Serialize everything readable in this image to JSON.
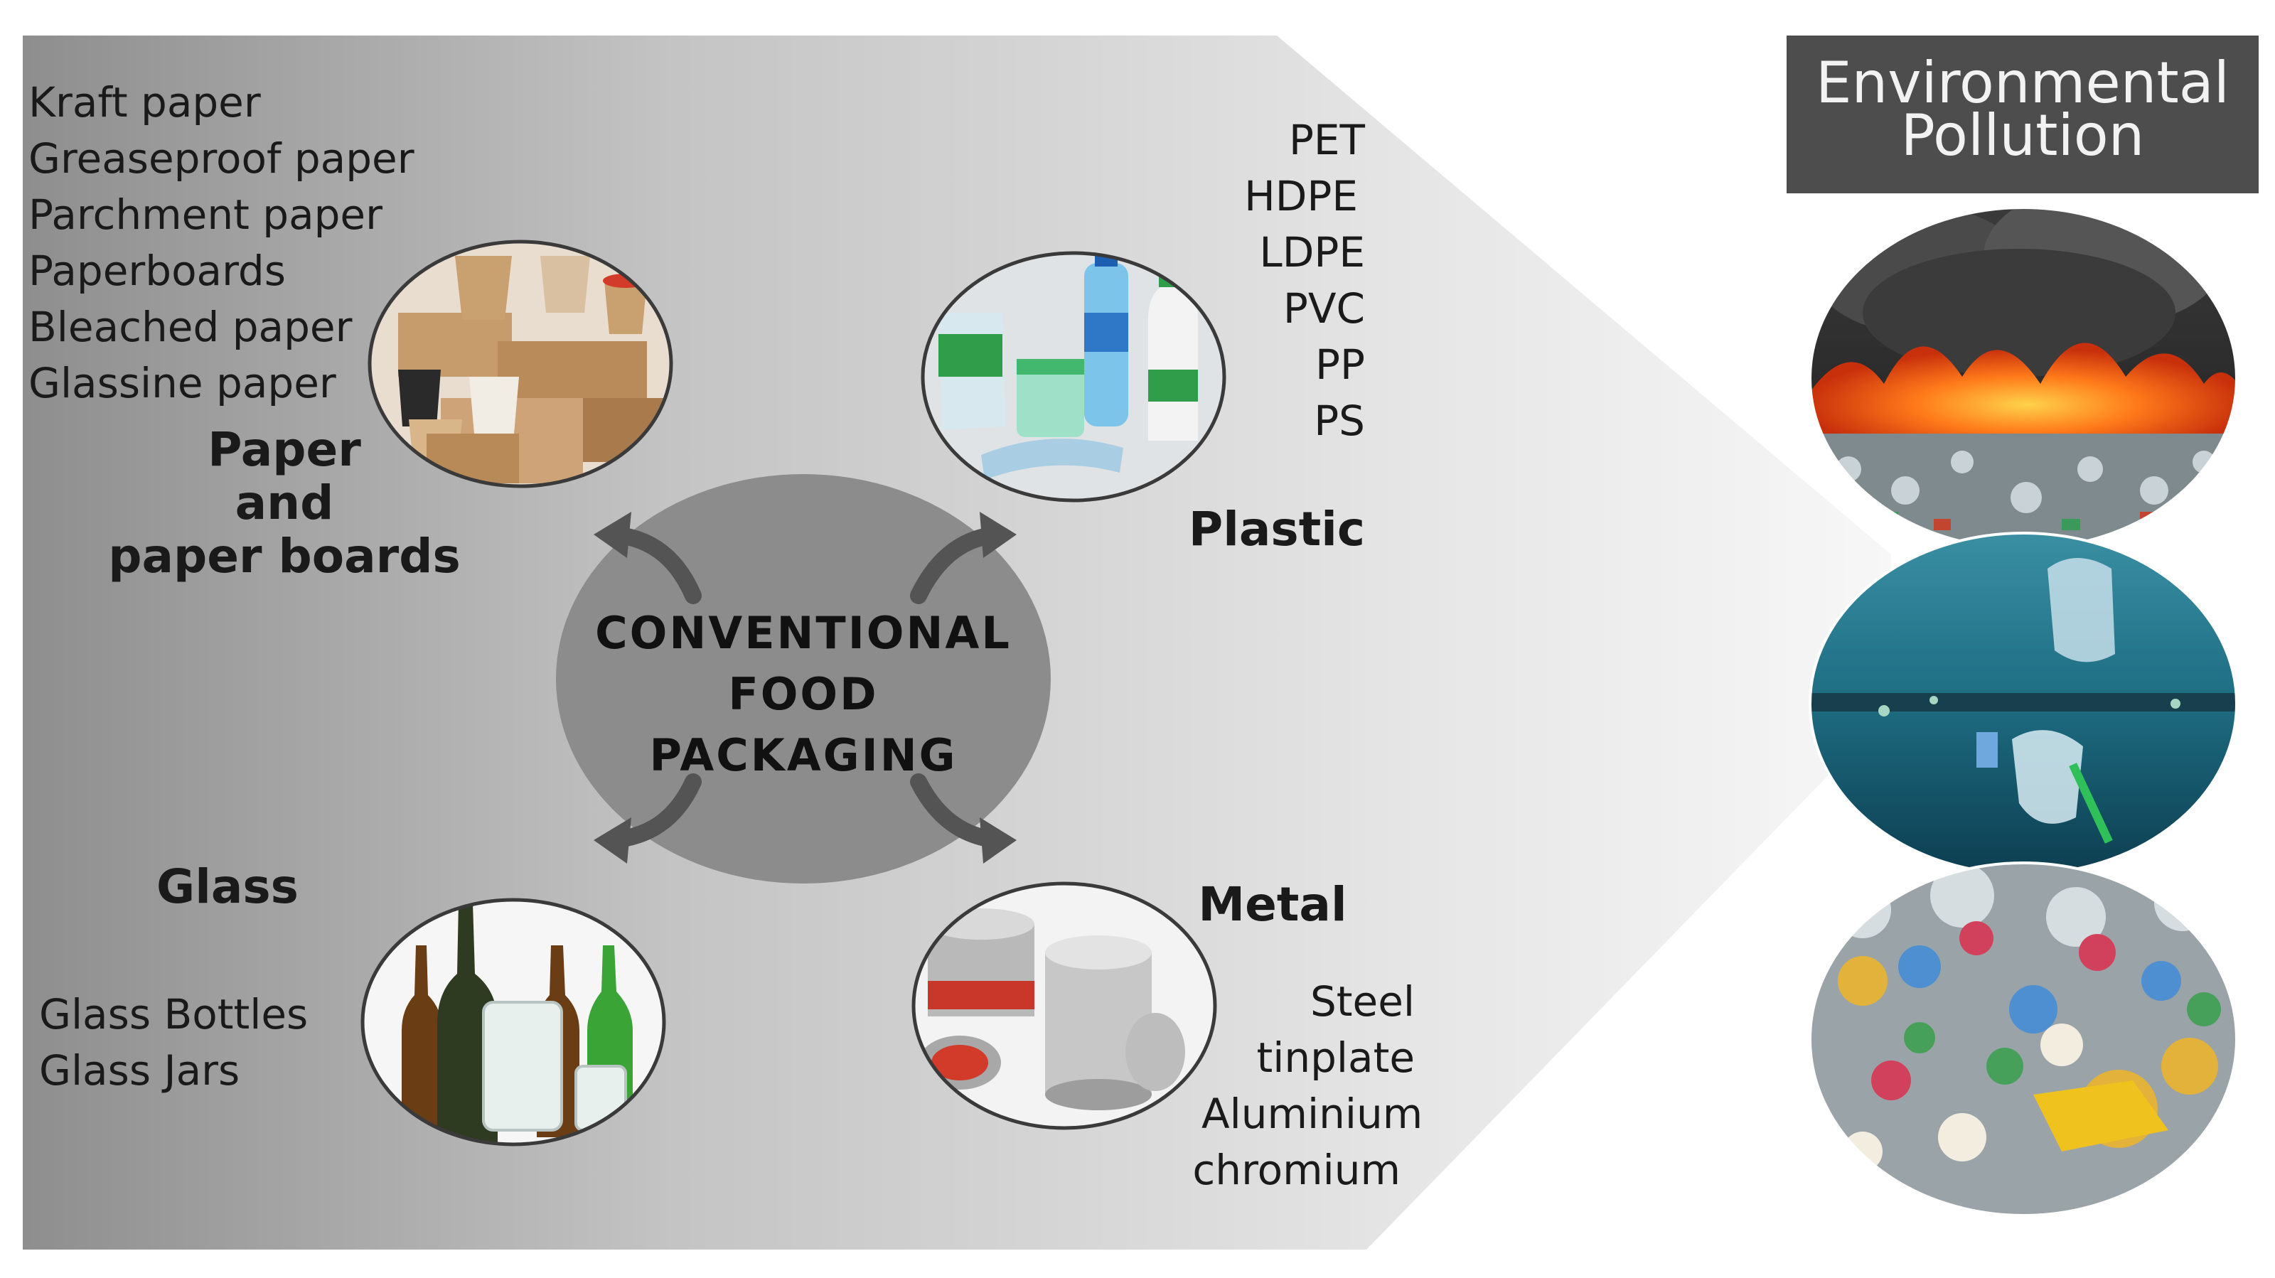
{
  "center": {
    "line1": "CONVENTIONAL",
    "line2": "FOOD",
    "line3": "PACKAGING"
  },
  "paper": {
    "heading": [
      "Paper",
      "and",
      "paper boards"
    ],
    "items": [
      "Kraft paper",
      "Greaseproof paper",
      "Parchment paper",
      "Paperboards",
      "Bleached paper",
      "Glassine paper"
    ]
  },
  "plastic": {
    "heading": "Plastic",
    "items": [
      "PET",
      "HDPE",
      "LDPE",
      "PVC",
      "PP",
      "PS"
    ]
  },
  "glass": {
    "heading": "Glass",
    "items": [
      "Glass Bottles",
      "Glass Jars"
    ]
  },
  "metal": {
    "heading": "Metal",
    "items": [
      "Steel",
      "tinplate",
      "Aluminium",
      "chromium"
    ]
  },
  "pollution": {
    "title_line1": "Environmental",
    "title_line2": "Pollution"
  },
  "colors": {
    "panel_dark": "#8f8f8f",
    "panel_light": "#f4f4f4",
    "center_circle": "#8c8c8c",
    "arrow": "#545454",
    "title_box": "#4d4d4d"
  }
}
